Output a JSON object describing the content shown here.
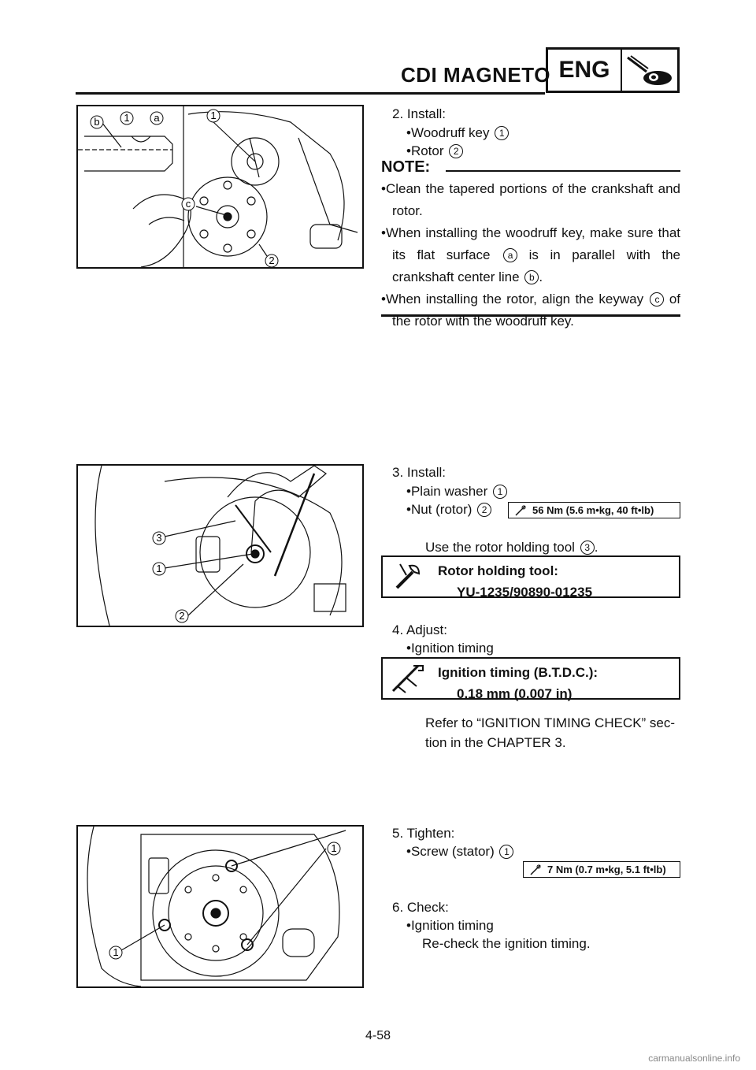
{
  "header": {
    "title": "CDI MAGNETO",
    "badge": "ENG"
  },
  "step2": {
    "title": "2. Install:",
    "items": [
      "•Woodruff key",
      "•Rotor"
    ],
    "item_refs": [
      "1",
      "2"
    ]
  },
  "note": {
    "label": "NOTE:",
    "b1": "•Clean the tapered portions of the crankshaft and rotor.",
    "b2a": "•When installing the woodruff key, make sure that its flat surface",
    "b2b": "is in parallel with the crankshaft center line",
    "b3a": "•When installing the rotor, align the keyway",
    "b3b": "of the rotor with the woodruff key.",
    "ref_a": "a",
    "ref_b": "b",
    "ref_c": "c"
  },
  "fig1": {
    "labels": [
      "b",
      "1",
      "a",
      "1",
      "c",
      "2"
    ]
  },
  "step3": {
    "title": "3. Install:",
    "item1": "•Plain washer",
    "item1_ref": "1",
    "item2": "•Nut (rotor)",
    "item2_ref": "2",
    "torque": "56 Nm (5.6 m•kg, 40 ft•lb)",
    "use_text": "Use the rotor holding tool",
    "use_ref": "3",
    "tool_label": "Rotor holding tool:",
    "tool_value": "YU-1235/90890-01235"
  },
  "fig2": {
    "labels": [
      "3",
      "1",
      "2"
    ]
  },
  "step4": {
    "title": "4. Adjust:",
    "item": "•Ignition timing",
    "spec_label": "Ignition timing (B.T.D.C.):",
    "spec_value": "0.18 mm (0.007 in)",
    "refer1": "Refer to “IGNITION TIMING CHECK” sec-",
    "refer2": "tion in the CHAPTER 3."
  },
  "step5": {
    "title": "5. Tighten:",
    "item": "•Screw (stator)",
    "item_ref": "1",
    "torque": "7 Nm (0.7 m•kg, 5.1 ft•lb)"
  },
  "fig3": {
    "labels": [
      "1",
      "1"
    ]
  },
  "step6": {
    "title": "6. Check:",
    "item": "•Ignition timing",
    "sub": "Re-check the ignition timing."
  },
  "footer": {
    "page": "4-58",
    "watermark": "carmanualsonline.info"
  }
}
